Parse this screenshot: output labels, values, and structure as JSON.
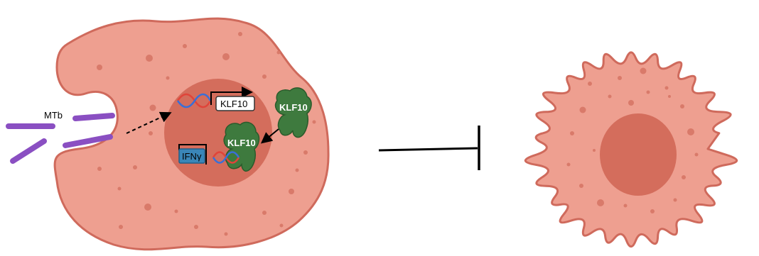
{
  "labels": {
    "pathogen": "MTb",
    "gene_box": "KLF10",
    "protein_cytoplasm": "KLF10",
    "protein_nucleus": "KLF10",
    "target_gene_box": "IFNγ"
  },
  "colors": {
    "cell_fill": "#ee9f90",
    "cell_stroke": "#cf6a5c",
    "nucleus_fill": "#d46d5c",
    "vesicle": "#d97a6a",
    "protein": "#3e7a3e",
    "protein_dark": "#2b5a2b",
    "bacteria": "#8a4fc2",
    "bacteria_dark": "#6a2fa2",
    "dna_red": "#e0443a",
    "dna_blue": "#3b6fd6",
    "ifng_box": "#3a86b8",
    "inhibit_line": "#000000"
  }
}
